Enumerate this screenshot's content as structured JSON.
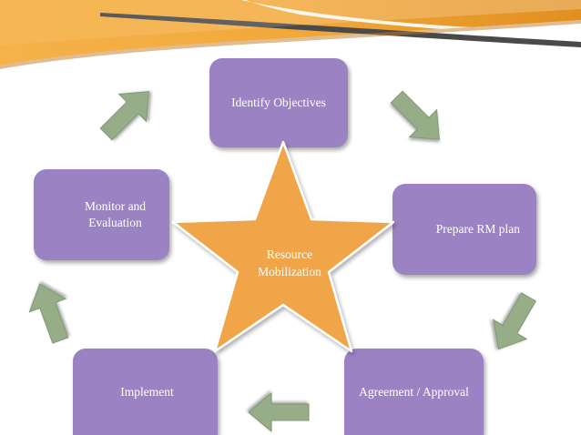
{
  "diagram": {
    "center_label": "Resource Mobilization",
    "steps": [
      {
        "id": "identify",
        "label": "Identify Objectives"
      },
      {
        "id": "prepare",
        "label": "Prepare RM plan"
      },
      {
        "id": "agreement",
        "label": "Agreement / Approval"
      },
      {
        "id": "implement",
        "label": "Implement"
      },
      {
        "id": "monitor",
        "label": "Monitor and Evaluation"
      }
    ]
  },
  "colors": {
    "step_box": "#9b83c3",
    "star": "#f0a54a",
    "arrow": "#97ad88",
    "banner_orange": "#f2a93b",
    "banner_dark": "#4a4a4a"
  },
  "icons": {
    "step_arrow": "block-arrow",
    "center": "five-point-star"
  }
}
